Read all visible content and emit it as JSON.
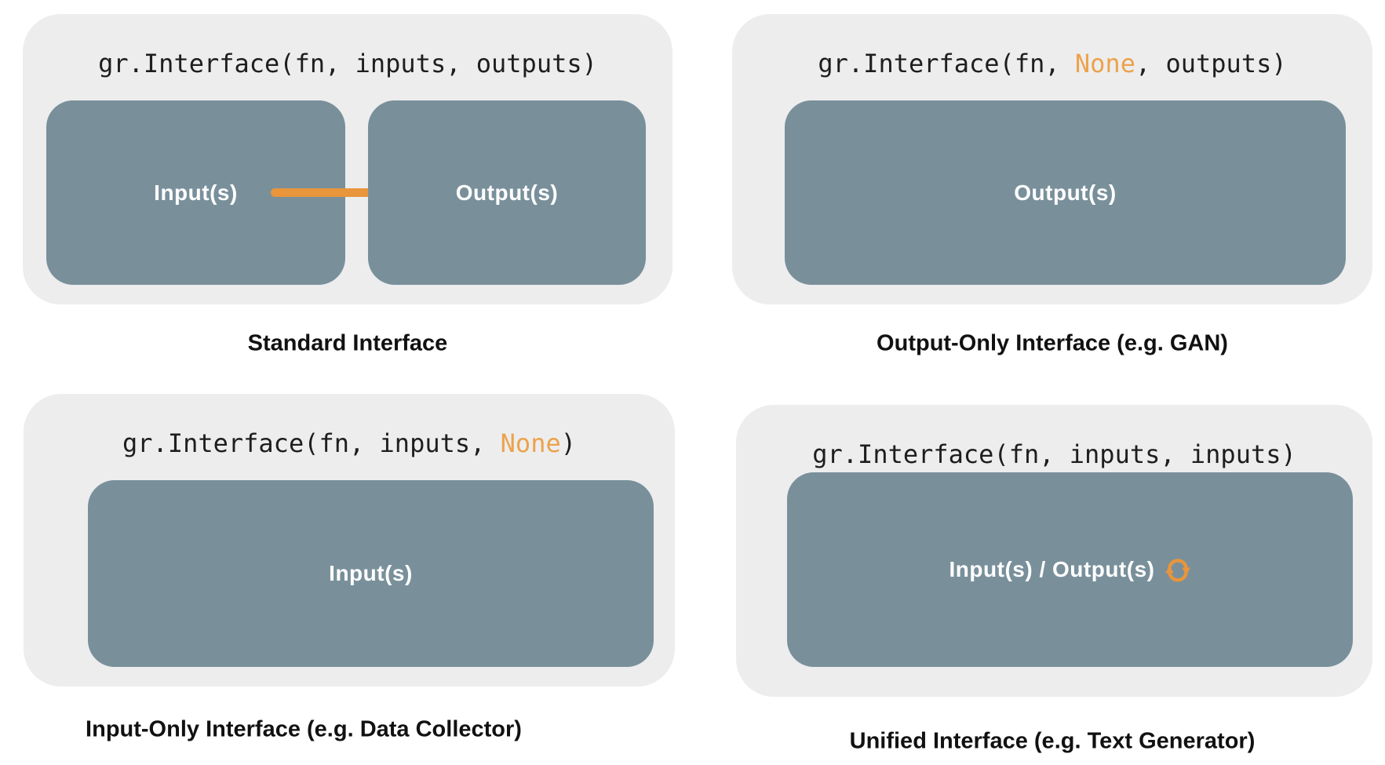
{
  "colors": {
    "page_background": "#ffffff",
    "panel_background": "#EDEDEE",
    "box_background": "#79909B",
    "code_text": "#1E1E1E",
    "code_none_highlight": "#ECA24C",
    "arrow_orange": "#E8953C",
    "sync_icon_orange": "#E8953C",
    "caption_text": "#111111",
    "box_label_text": "#ffffff"
  },
  "icons": {
    "arrow": "arrow-right-icon",
    "sync": "sync-icon"
  },
  "panels": {
    "standard": {
      "code": "gr.Interface(fn, inputs, outputs)",
      "input_box_label": "Input(s)",
      "output_box_label": "Output(s)",
      "caption": "Standard Interface"
    },
    "output_only": {
      "code_before": "gr.Interface(fn, ",
      "code_arg": "None",
      "code_after": ", outputs)",
      "box_label": "Output(s)",
      "caption": "Output-Only Interface (e.g. GAN)"
    },
    "input_only": {
      "code_before": "gr.Interface(fn, inputs, ",
      "code_arg": "None",
      "code_after": ")",
      "box_label": "Input(s)",
      "caption": "Input-Only Interface (e.g. Data Collector)"
    },
    "unified": {
      "code": "gr.Interface(fn, inputs, inputs)",
      "box_label": "Input(s) / Output(s)",
      "caption": "Unified Interface (e.g. Text Generator)"
    }
  }
}
